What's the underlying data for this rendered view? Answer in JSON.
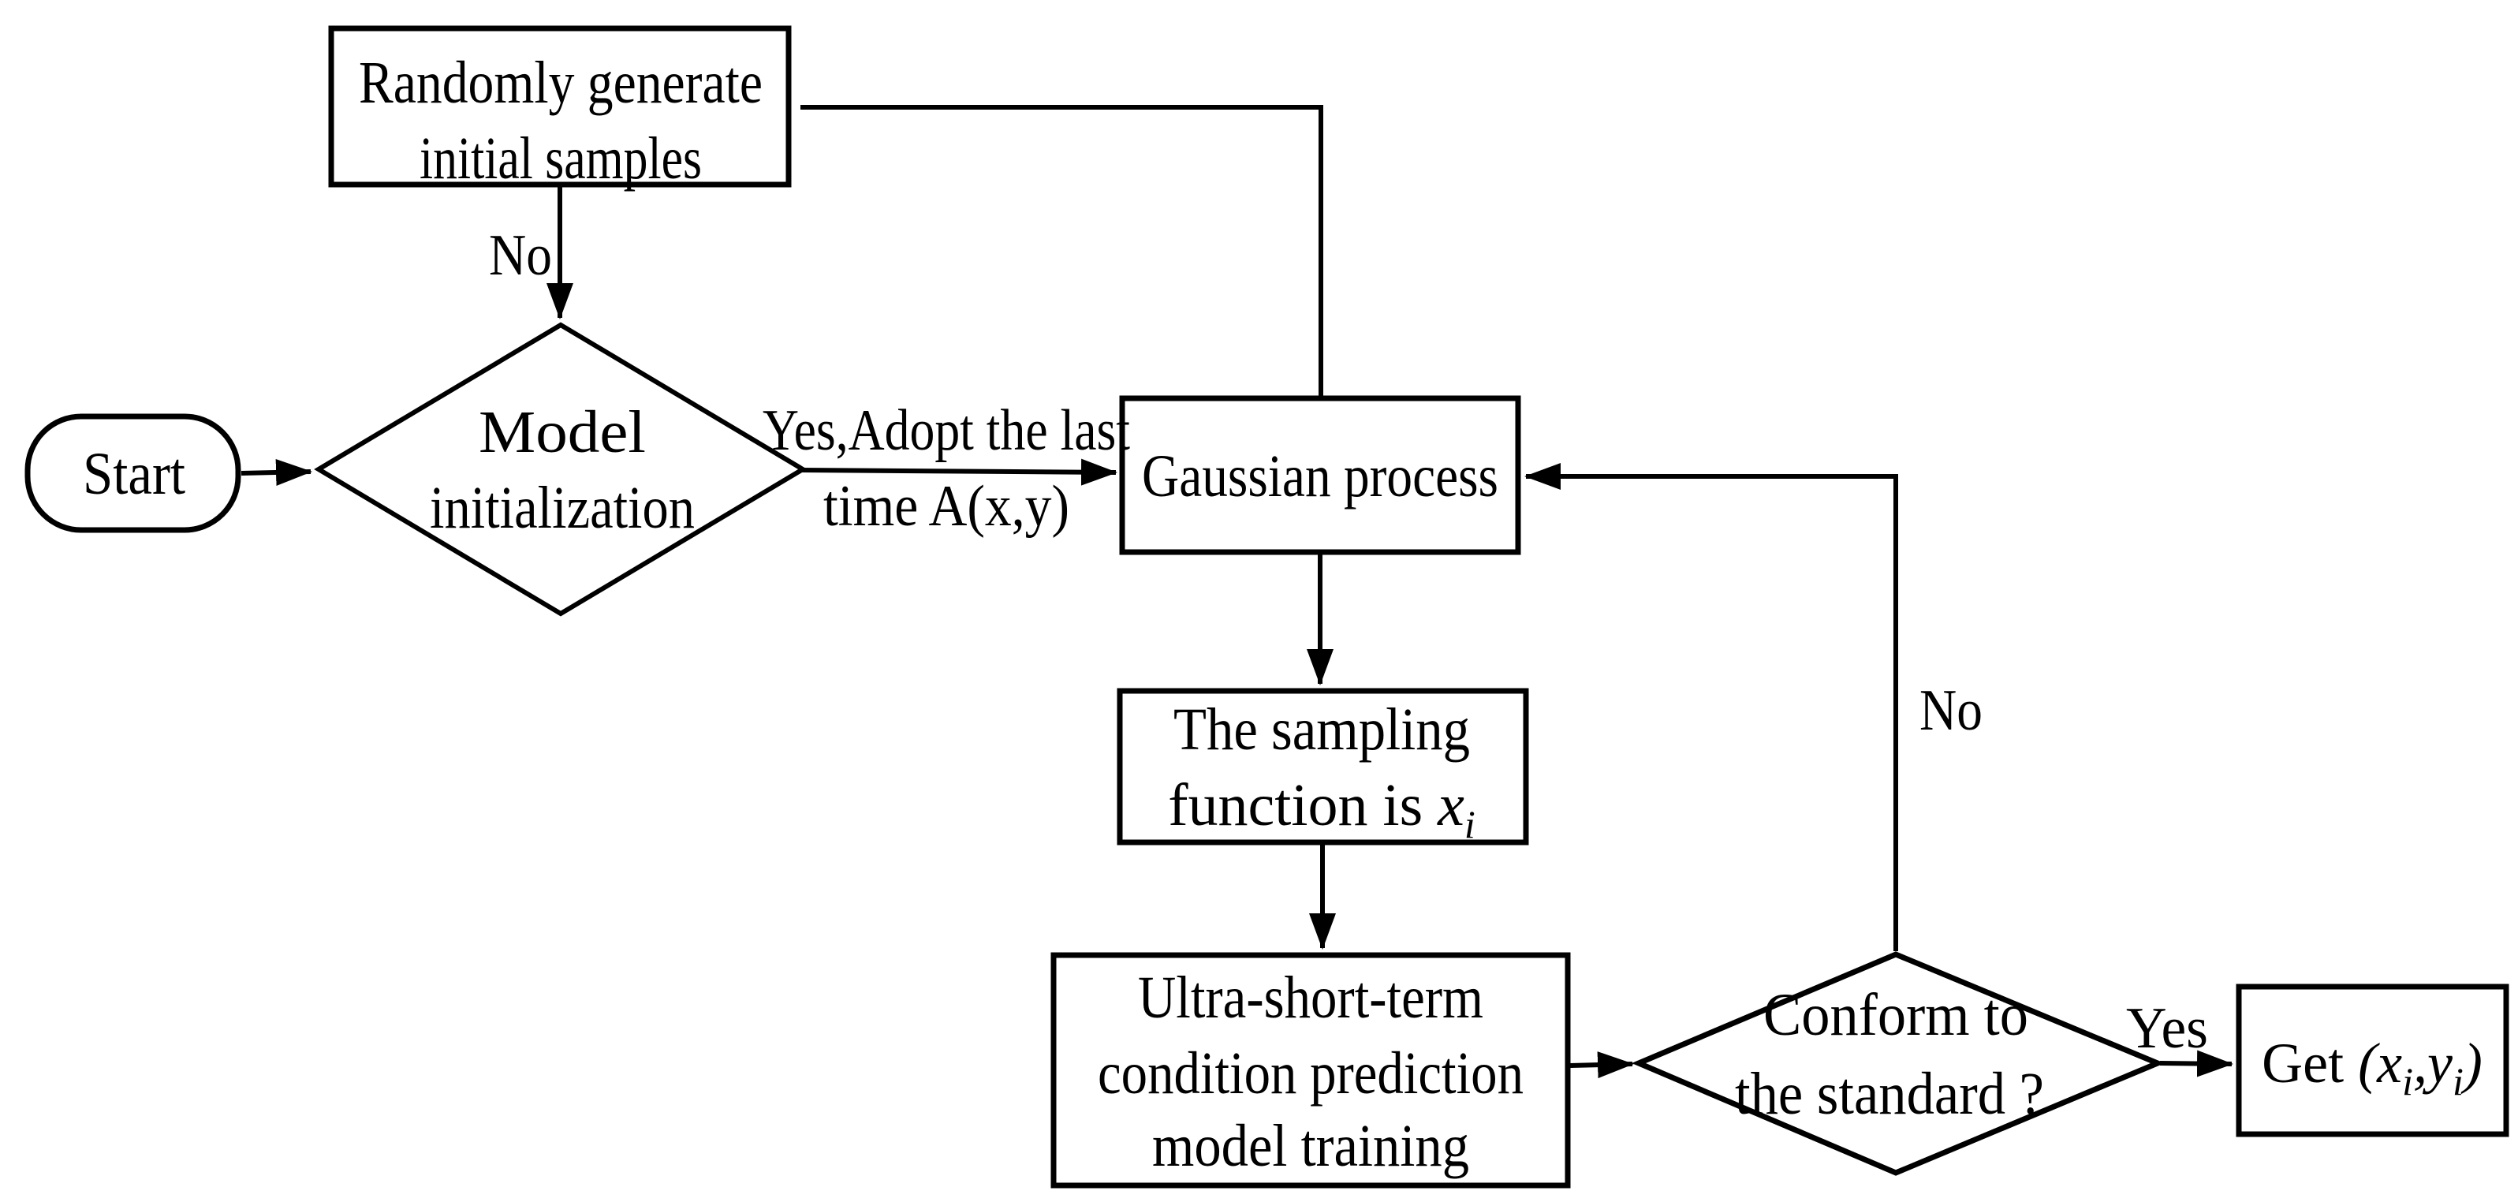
{
  "figure": {
    "background": "#ffffff",
    "line_color": "#000000",
    "type": "flowchart"
  },
  "nodes": {
    "start": {
      "shape": "terminator",
      "label": "Start"
    },
    "random_samples": {
      "shape": "process",
      "line1": "Randomly generate",
      "line2": "initial samples"
    },
    "model_init": {
      "shape": "decision",
      "line1": "Model",
      "line2": "initialization"
    },
    "gaussian": {
      "shape": "process",
      "label": "Gaussian process"
    },
    "sampling": {
      "shape": "process",
      "line1": "The sampling",
      "line2_prefix": "function is ",
      "var_x": "x",
      "var_x_sub": "i"
    },
    "ultra": {
      "shape": "process",
      "line1": "Ultra-short-term",
      "line2": "condition prediction",
      "line3": "model training"
    },
    "conform": {
      "shape": "decision",
      "line1": "Conform to",
      "line2": "the standard ?"
    },
    "get": {
      "shape": "process",
      "prefix": "Get ",
      "open_paren": "(",
      "var_x": "x",
      "var_x_sub": "i",
      "comma": ",",
      "var_y": "y",
      "var_y_sub": "i",
      "close_paren": ")"
    }
  },
  "edge_labels": {
    "no_init": "No",
    "yes_adopt_line1": "Yes,Adopt the last",
    "yes_adopt_line2": "time A(x,y)",
    "no_feedback": "No",
    "yes_get": "Yes"
  }
}
